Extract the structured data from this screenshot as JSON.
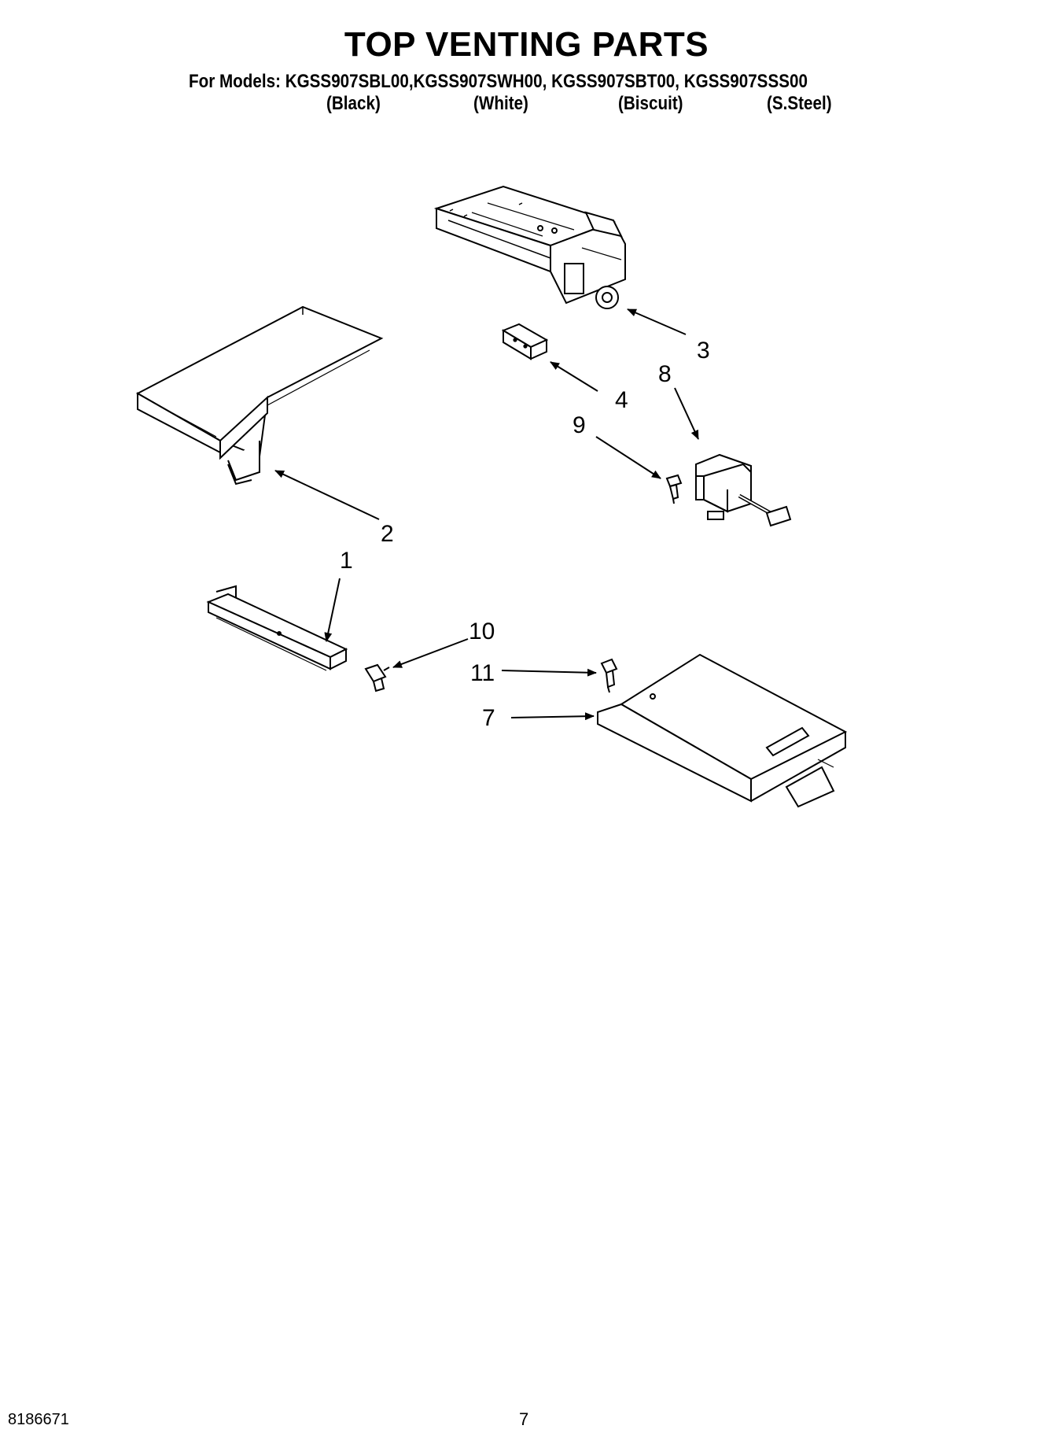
{
  "header": {
    "title": "TOP VENTING PARTS",
    "models_prefix": "For Models:",
    "models_list": "KGSS907SBL00,KGSS907SWH00, KGSS907SBT00, KGSS907SSS00",
    "colors": [
      "(Black)",
      "(White)",
      "(Biscuit)",
      "(S.Steel)"
    ]
  },
  "callouts": {
    "c1": "1",
    "c2": "2",
    "c3": "3",
    "c4": "4",
    "c7": "7",
    "c8": "8",
    "c9": "9",
    "c10": "10",
    "c11": "11"
  },
  "footer": {
    "doc_number": "8186671",
    "page_number": "7"
  }
}
